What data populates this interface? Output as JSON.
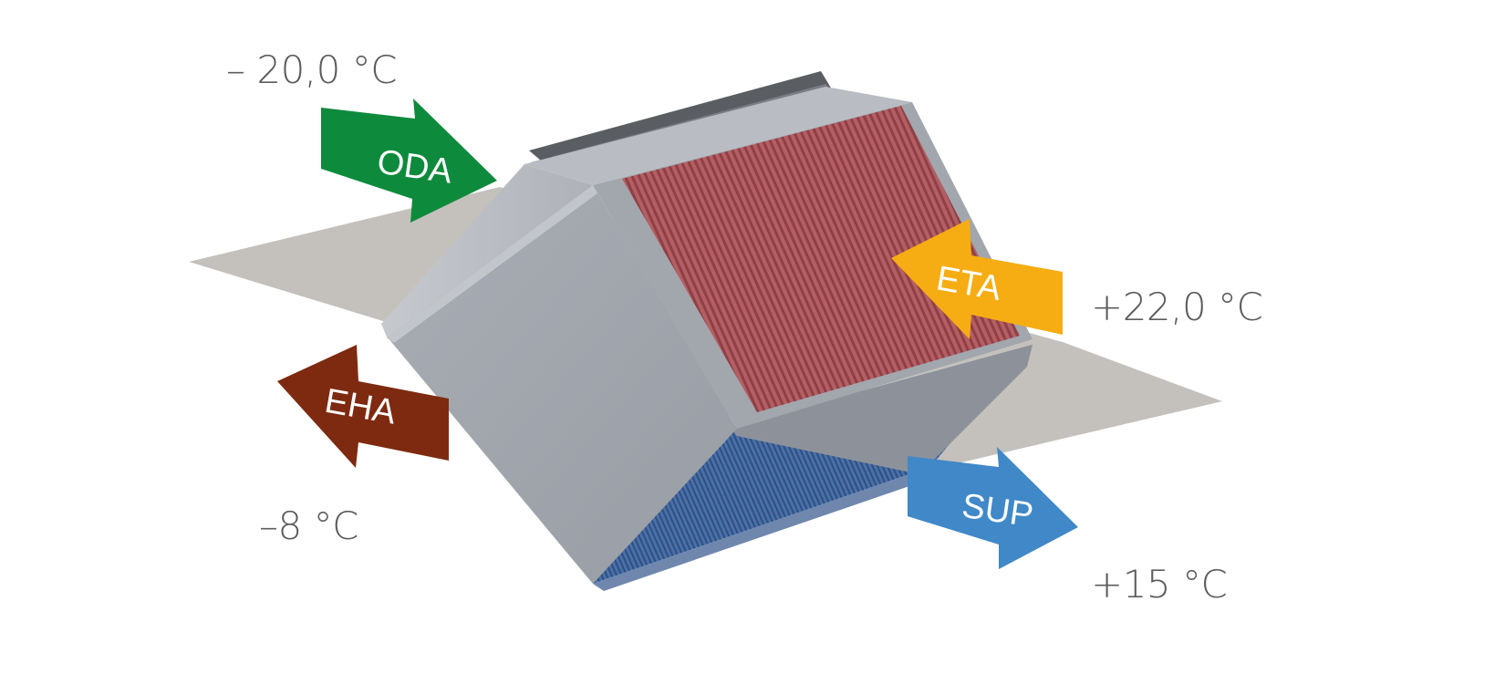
{
  "flows": {
    "oda": {
      "label": "ODA",
      "temperature": "– 20,0 °C",
      "color": "#0e8a3c"
    },
    "eta": {
      "label": "ETA",
      "temperature": "+22,0 °C",
      "color": "#f6ad13"
    },
    "eha": {
      "label": "EHA",
      "temperature": "–8 °C",
      "color": "#7e2a10"
    },
    "sup": {
      "label": "SUP",
      "temperature": "+15 °C",
      "color": "#4088c8"
    }
  },
  "colors": {
    "plane": "#c4c1bc",
    "housing": "#a3a7ae",
    "exhaust_core": "#a65358",
    "supply_core": "#3d5f95"
  }
}
